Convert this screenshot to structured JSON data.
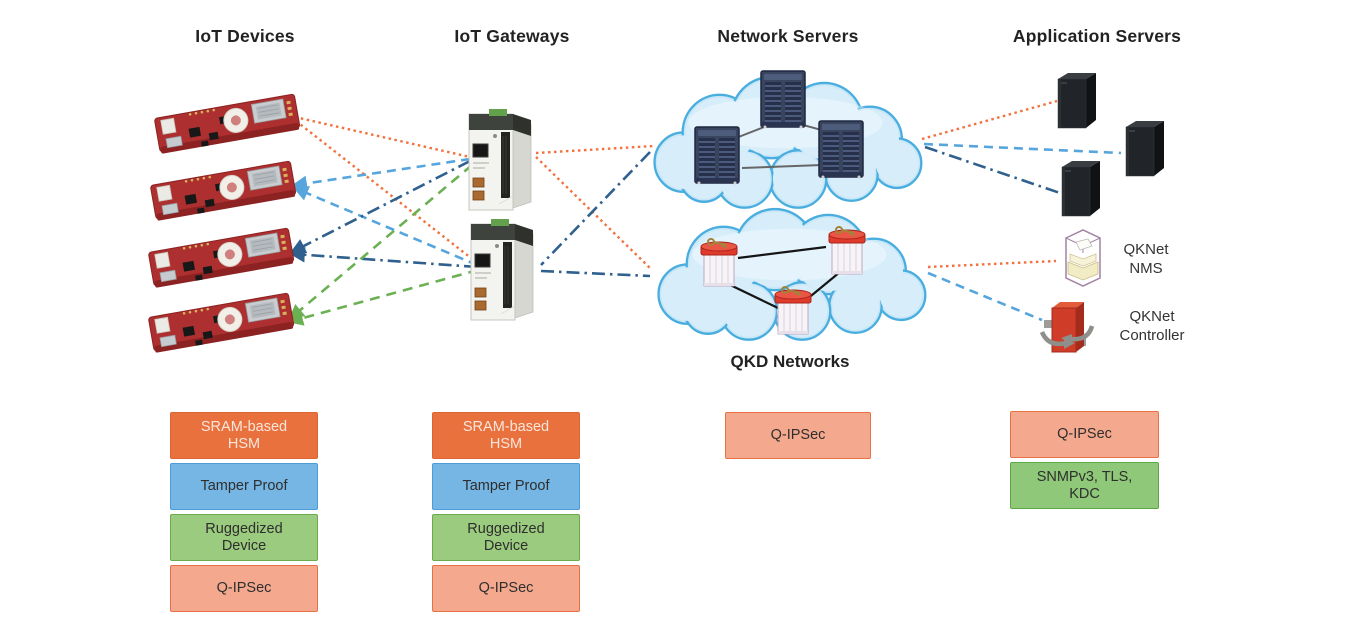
{
  "headers": [
    {
      "label": "IoT Devices"
    },
    {
      "label": "IoT Gateways"
    },
    {
      "label": "Network Servers"
    },
    {
      "label": "Application Servers"
    }
  ],
  "labels": {
    "qkd_networks": "QKD Networks",
    "qknet_nms": {
      "line1": "QKNet",
      "line2": "NMS"
    },
    "qknet_controller": {
      "line1": "QKNet",
      "line2": "Controller"
    }
  },
  "feature_boxes": {
    "iot_devices": [
      {
        "label": "SRAM-based HSM",
        "bg": "#E9713E",
        "border": "#DB6434",
        "text": "#FAE6DB"
      },
      {
        "label": "Tamper Proof",
        "bg": "#76B6E4",
        "border": "#4C9DD7",
        "text": "#2E2E2E"
      },
      {
        "label": "Ruggedized Device",
        "bg": "#9BCB7E",
        "border": "#68AC4B",
        "text": "#2E2E2E"
      },
      {
        "label": "Q-IPSec",
        "bg": "#F4A98E",
        "border": "#E87144",
        "text": "#2E2E2E"
      }
    ],
    "iot_gateways": [
      {
        "label": "SRAM-based HSM",
        "bg": "#E9713E",
        "border": "#DB6434",
        "text": "#FAE6DB"
      },
      {
        "label": "Tamper Proof",
        "bg": "#76B6E4",
        "border": "#4C9DD7",
        "text": "#2E2E2E"
      },
      {
        "label": "Ruggedized Device",
        "bg": "#9BCB7E",
        "border": "#68AC4B",
        "text": "#2E2E2E"
      },
      {
        "label": "Q-IPSec",
        "bg": "#F4A98E",
        "border": "#E87144",
        "text": "#2E2E2E"
      }
    ],
    "network_servers": [
      {
        "label": "Q-IPSec",
        "bg": "#F4A98E",
        "border": "#E87144",
        "text": "#2E2E2E"
      }
    ],
    "application_servers": [
      {
        "label": "Q-IPSec",
        "bg": "#F4A98E",
        "border": "#E87144",
        "text": "#2E2E2E"
      },
      {
        "label": "SNMPv3, TLS, KDC",
        "bg": "#8FC878",
        "border": "#5CA744",
        "text": "#2E2E2E"
      }
    ]
  },
  "line_colors": {
    "orange": "#F2713C",
    "blue": "#56A5DC",
    "navy": "#2F608E",
    "green": "#6BB154"
  },
  "icons": {
    "iot-device-board": "red-circuit-board",
    "iot-gateway": "industrial-gateway-box",
    "network-server-tower": "dark-server-tower",
    "application-server-tower": "black-server-tower",
    "qkd-node": "red-capped-key-drum",
    "qknet-nms": "hexagonal-rack-container",
    "qknet-controller": "red-box-with-sync-arrows",
    "cloud": "network-cloud"
  }
}
